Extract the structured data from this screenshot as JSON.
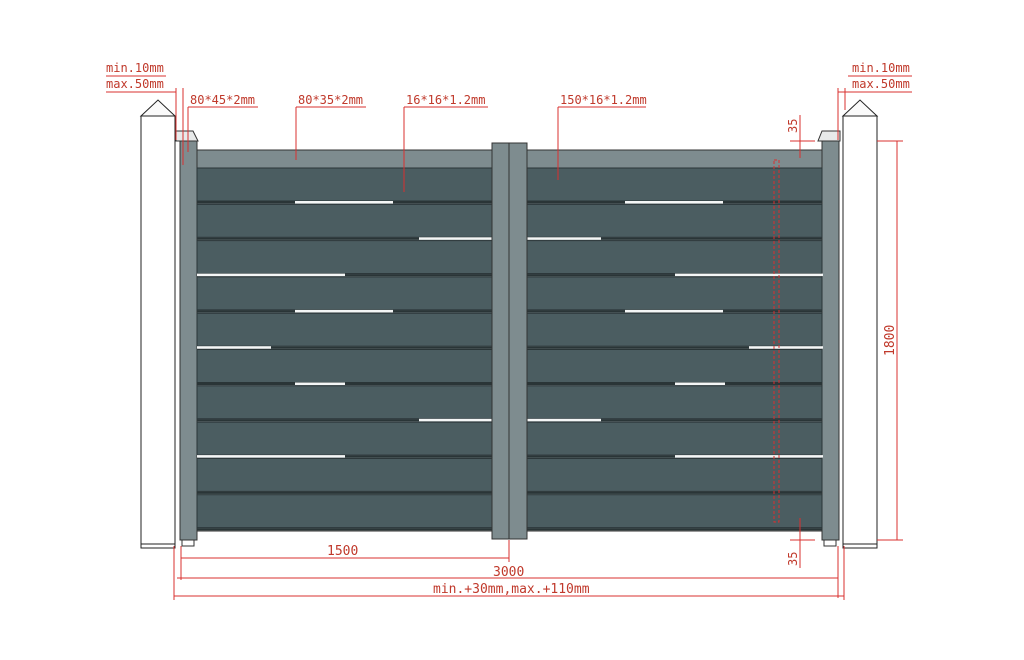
{
  "colors": {
    "frame": "#7e8c8f",
    "slat": "#4b5d61",
    "gap": "#2a3537",
    "highlight": "#f4f6f6",
    "dimension": "#d9302f",
    "post": "#ffffff"
  },
  "labels": {
    "left_min": "min.10mm",
    "left_max": "max.50mm",
    "right_min": "min.10mm",
    "right_max": "max.50mm",
    "profile_post": "80*45*2mm",
    "profile_frame": "80*35*2mm",
    "profile_tube": "16*16*1.2mm",
    "profile_slat": "150*16*1.2mm",
    "dim_top_gap": "35",
    "dim_bottom_gap": "35",
    "dim_height": "1800",
    "dim_leaf": "1500",
    "dim_total": "3000",
    "dim_clearance": "min.+30mm,max.+110mm"
  }
}
